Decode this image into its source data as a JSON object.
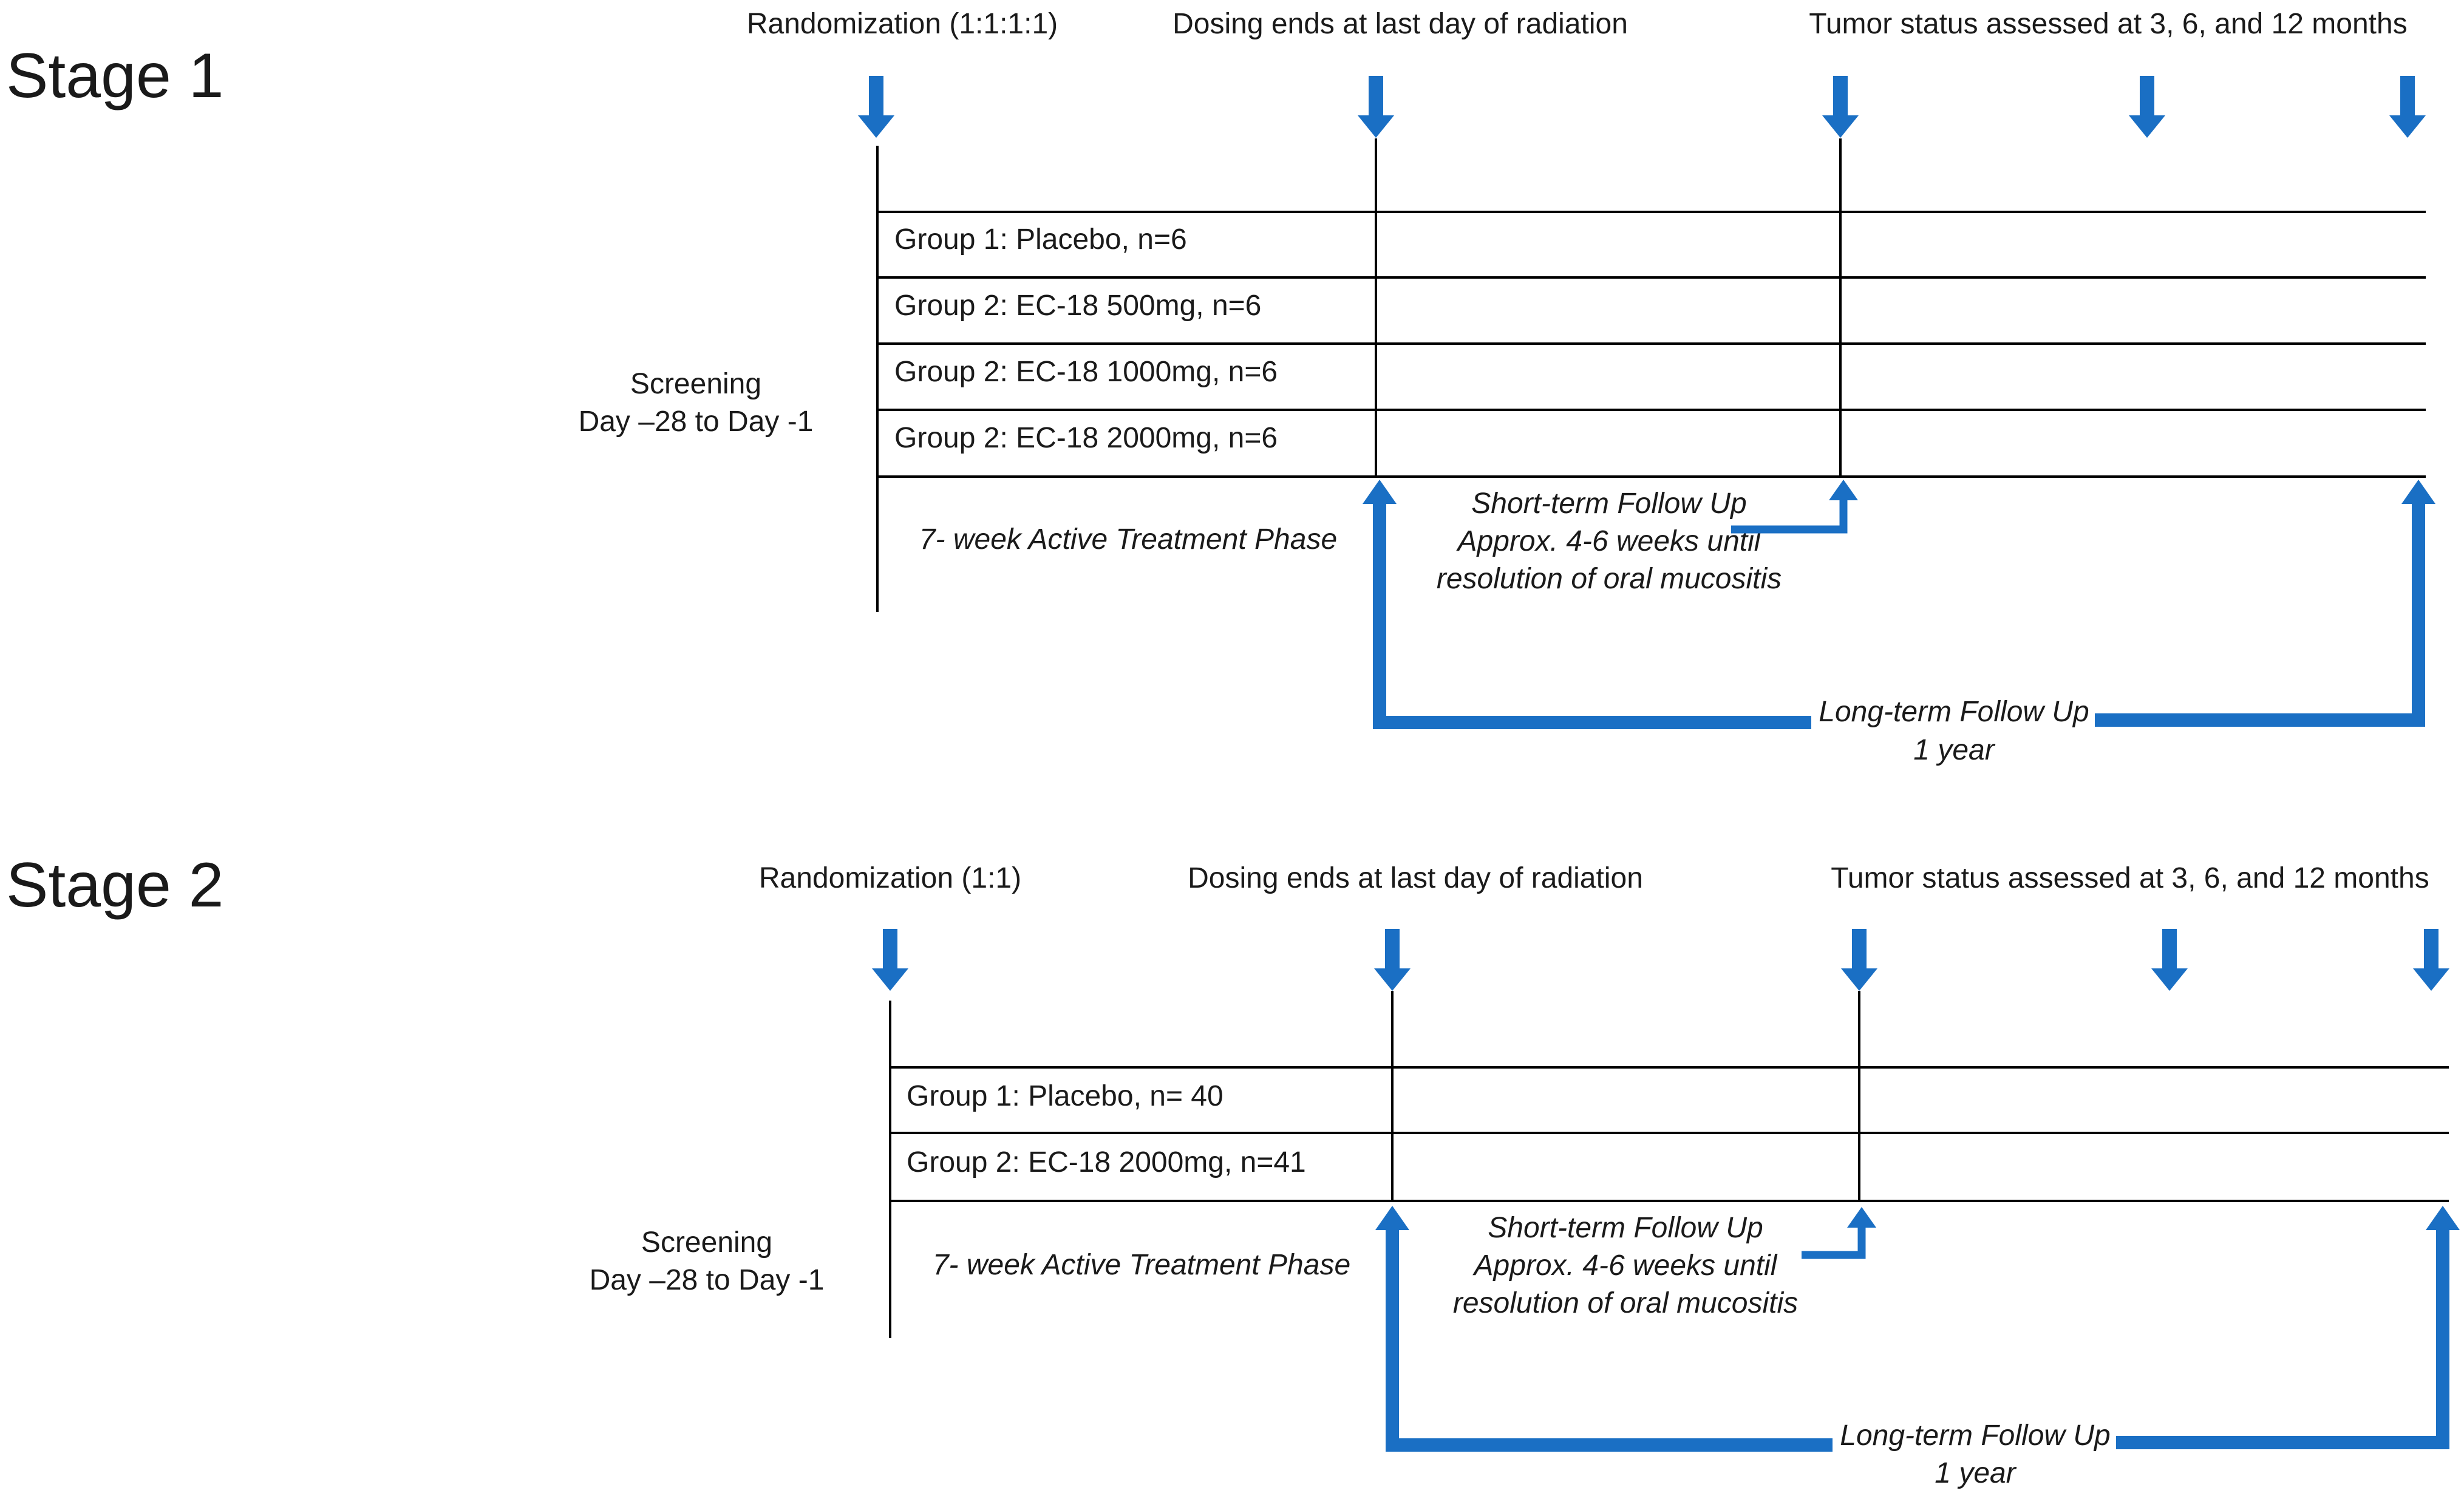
{
  "colors": {
    "arrow": "#1a6fc4",
    "line": "#000000",
    "text": "#1a1a1a"
  },
  "stage1": {
    "title": "Stage 1",
    "randomization": "Randomization (1:1:1:1)",
    "dosing_end": "Dosing ends at last day of radiation",
    "tumor_status": "Tumor status assessed at 3, 6, and 12 months",
    "screening": [
      "Screening",
      "Day –28 to Day -1"
    ],
    "groups": [
      "Group 1: Placebo, n=6",
      "Group 2: EC-18 500mg, n=6",
      "Group 2: EC-18 1000mg, n=6",
      "Group 2: EC-18 2000mg, n=6"
    ],
    "active_phase": "7- week Active Treatment Phase",
    "short_term": [
      "Short-term Follow Up",
      "Approx. 4-6 weeks until",
      "resolution of oral mucositis"
    ],
    "long_term": [
      "Long-term Follow Up",
      "1 year"
    ]
  },
  "stage2": {
    "title": "Stage 2",
    "randomization": "Randomization (1:1)",
    "dosing_end": "Dosing ends at last day of radiation",
    "tumor_status": "Tumor status assessed at 3, 6, and 12 months",
    "screening": [
      "Screening",
      "Day –28 to Day -1"
    ],
    "groups": [
      "Group 1: Placebo, n= 40",
      "Group 2: EC-18 2000mg, n=41"
    ],
    "active_phase": "7- week Active Treatment Phase",
    "short_term": [
      "Short-term Follow Up",
      "Approx. 4-6 weeks until",
      "resolution of oral mucositis"
    ],
    "long_term": [
      "Long-term Follow Up",
      "1 year"
    ]
  }
}
